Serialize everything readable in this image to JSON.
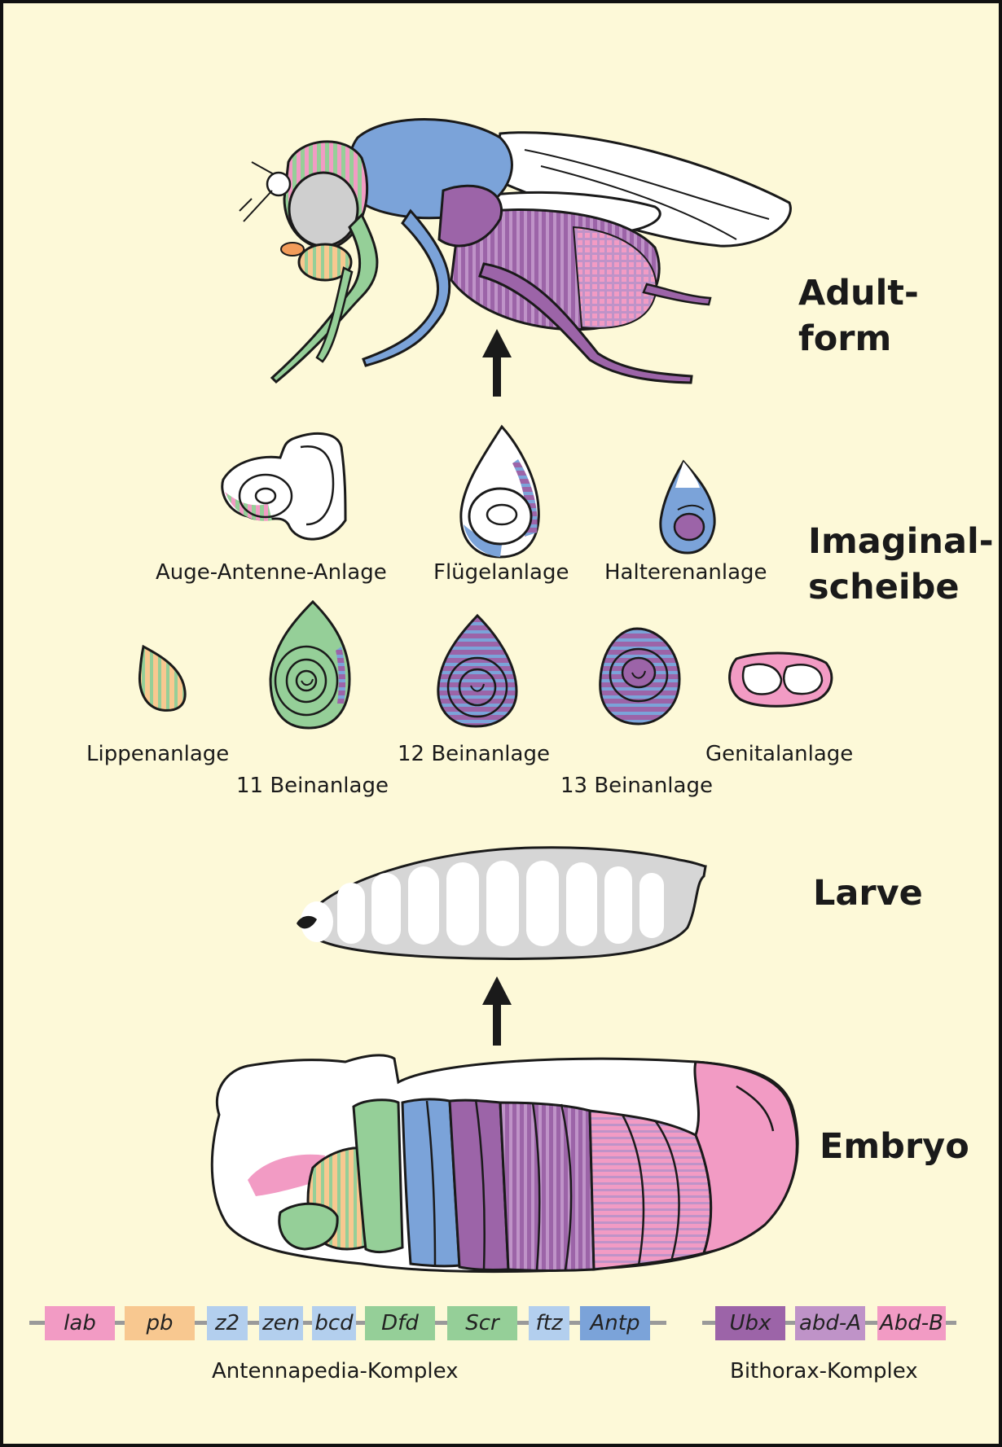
{
  "stages": {
    "adult": "Adult-\nform",
    "imaginal": "Imaginal-\nscheibe",
    "larva": "Larve",
    "embryo": "Embryo"
  },
  "discs": {
    "eye_antenna": "Auge-Antenne-Anlage",
    "wing": "Flügelanlage",
    "haltere": "Halterenanlage",
    "lip": "Lippenanlage",
    "leg1": "11 Beinanlage",
    "leg2": "12 Beinanlage",
    "leg3": "13 Beinanlage",
    "genital": "Genitalanlage"
  },
  "complexes": {
    "antennapedia": {
      "label": "Antennapedia-Komplex",
      "genes": [
        {
          "name": "lab",
          "color": "#f29bc4"
        },
        {
          "name": "pb",
          "color": "#f8c890"
        },
        {
          "name": "z2",
          "color": "#b3cfee"
        },
        {
          "name": "zen",
          "color": "#b3cfee"
        },
        {
          "name": "bcd",
          "color": "#b3cfee"
        },
        {
          "name": "Dfd",
          "color": "#95cf98"
        },
        {
          "name": "Scr",
          "color": "#95cf98"
        },
        {
          "name": "ftz",
          "color": "#b3cfee"
        },
        {
          "name": "Antp",
          "color": "#7ba3d9"
        }
      ]
    },
    "bithorax": {
      "label": "Bithorax-Komplex",
      "genes": [
        {
          "name": "Ubx",
          "color": "#9c64a8"
        },
        {
          "name": "abd-A",
          "color": "#bf93c8"
        },
        {
          "name": "Abd-B",
          "color": "#f29bc4"
        }
      ]
    }
  },
  "colors": {
    "background": "#fdf9d8",
    "lab": "#f29bc4",
    "pb": "#f8c890",
    "Dfd_Scr": "#95cf98",
    "Antp": "#7ba3d9",
    "Ubx": "#9c64a8",
    "Abd-B": "#f29bc4"
  }
}
